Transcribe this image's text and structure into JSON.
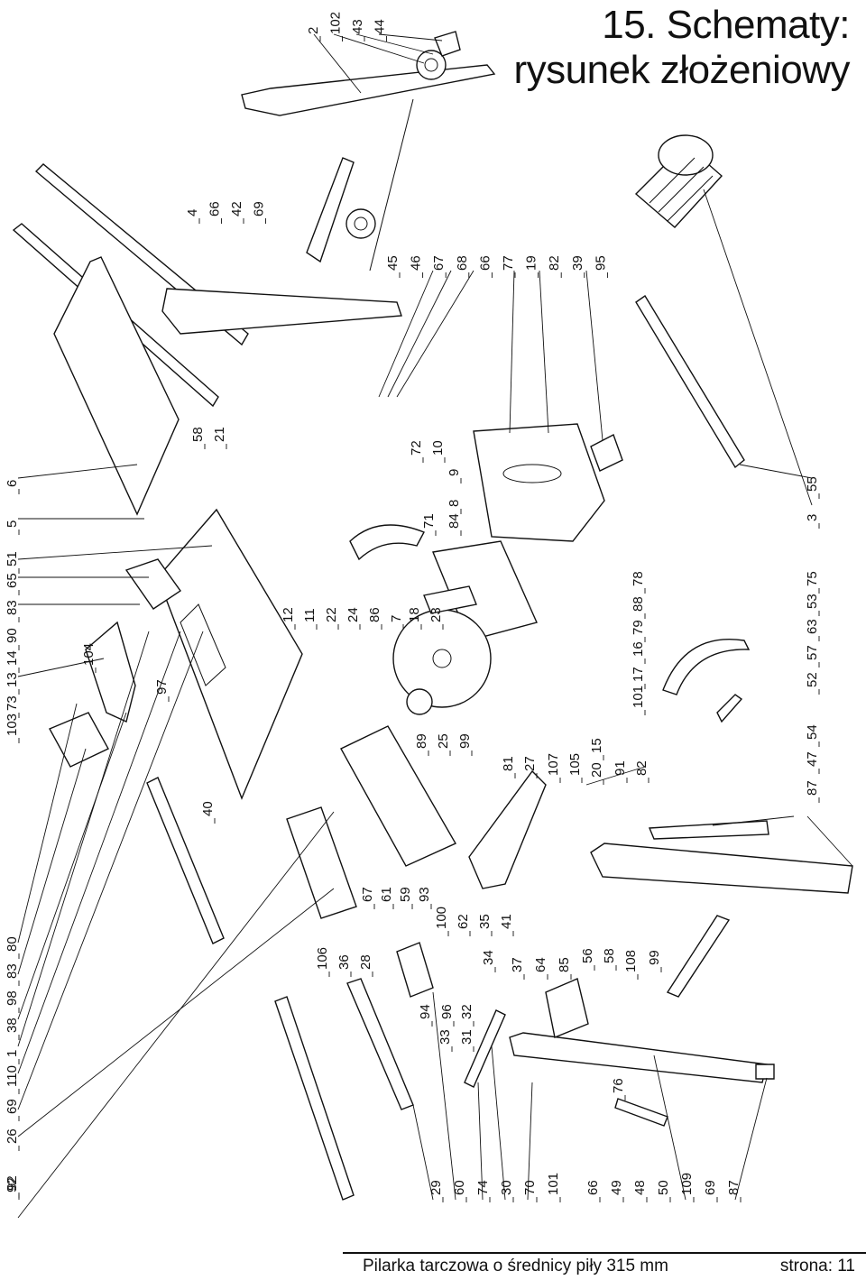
{
  "title": {
    "line1": "15. Schematy:",
    "line2": "rysunek złożeniowy"
  },
  "footer": {
    "product": "Pilarka tarczowa o średnicy piły 315 mm",
    "page": "strona:  11"
  },
  "groups": [
    {
      "labels": [
        "2",
        "102",
        "43",
        "44"
      ]
    },
    {
      "labels": [
        "4",
        "66",
        "42",
        "69"
      ]
    },
    {
      "labels": [
        "45",
        "46",
        "67",
        "68",
        "66",
        "77",
        "19",
        "82",
        "39",
        "95"
      ]
    },
    {
      "labels": [
        "6",
        "5",
        "51",
        "65",
        "83",
        "90",
        "14",
        "13",
        "73",
        "103"
      ]
    },
    {
      "labels": [
        "58",
        "21"
      ]
    },
    {
      "labels": [
        "104"
      ]
    },
    {
      "labels": [
        "97"
      ]
    },
    {
      "labels": [
        "72",
        "10"
      ]
    },
    {
      "labels": [
        "9",
        "8",
        "84",
        "71"
      ]
    },
    {
      "labels": [
        "12",
        "11",
        "22",
        "24",
        "86",
        "7",
        "18",
        "23"
      ]
    },
    {
      "labels": [
        "55",
        "3"
      ]
    },
    {
      "labels": [
        "78",
        "88",
        "79",
        "16",
        "17",
        "101"
      ]
    },
    {
      "labels": [
        "75",
        "53",
        "63",
        "57",
        "52",
        "54",
        "47",
        "87"
      ]
    },
    {
      "labels": [
        "89",
        "25",
        "99"
      ]
    },
    {
      "labels": [
        "81",
        "27",
        "107",
        "105",
        "15",
        "20",
        "91",
        "82"
      ]
    },
    {
      "labels": [
        "40"
      ]
    },
    {
      "labels": [
        "80",
        "83",
        "98",
        "38",
        "1",
        "110",
        "69",
        "26"
      ]
    },
    {
      "labels": [
        "92"
      ]
    },
    {
      "labels": [
        "106",
        "36",
        "28"
      ]
    },
    {
      "labels": [
        "67",
        "61",
        "59",
        "93"
      ]
    },
    {
      "labels": [
        "100",
        "62",
        "35",
        "41"
      ]
    },
    {
      "labels": [
        "94",
        "96",
        "33",
        "31",
        "32",
        "34",
        "37",
        "64",
        "85",
        "56",
        "58",
        "108",
        "99"
      ]
    },
    {
      "labels": [
        "76"
      ]
    },
    {
      "labels": [
        "29",
        "60",
        "74",
        "30",
        "70",
        "101",
        "66",
        "49",
        "48",
        "50",
        "109",
        "69",
        "87"
      ]
    }
  ]
}
